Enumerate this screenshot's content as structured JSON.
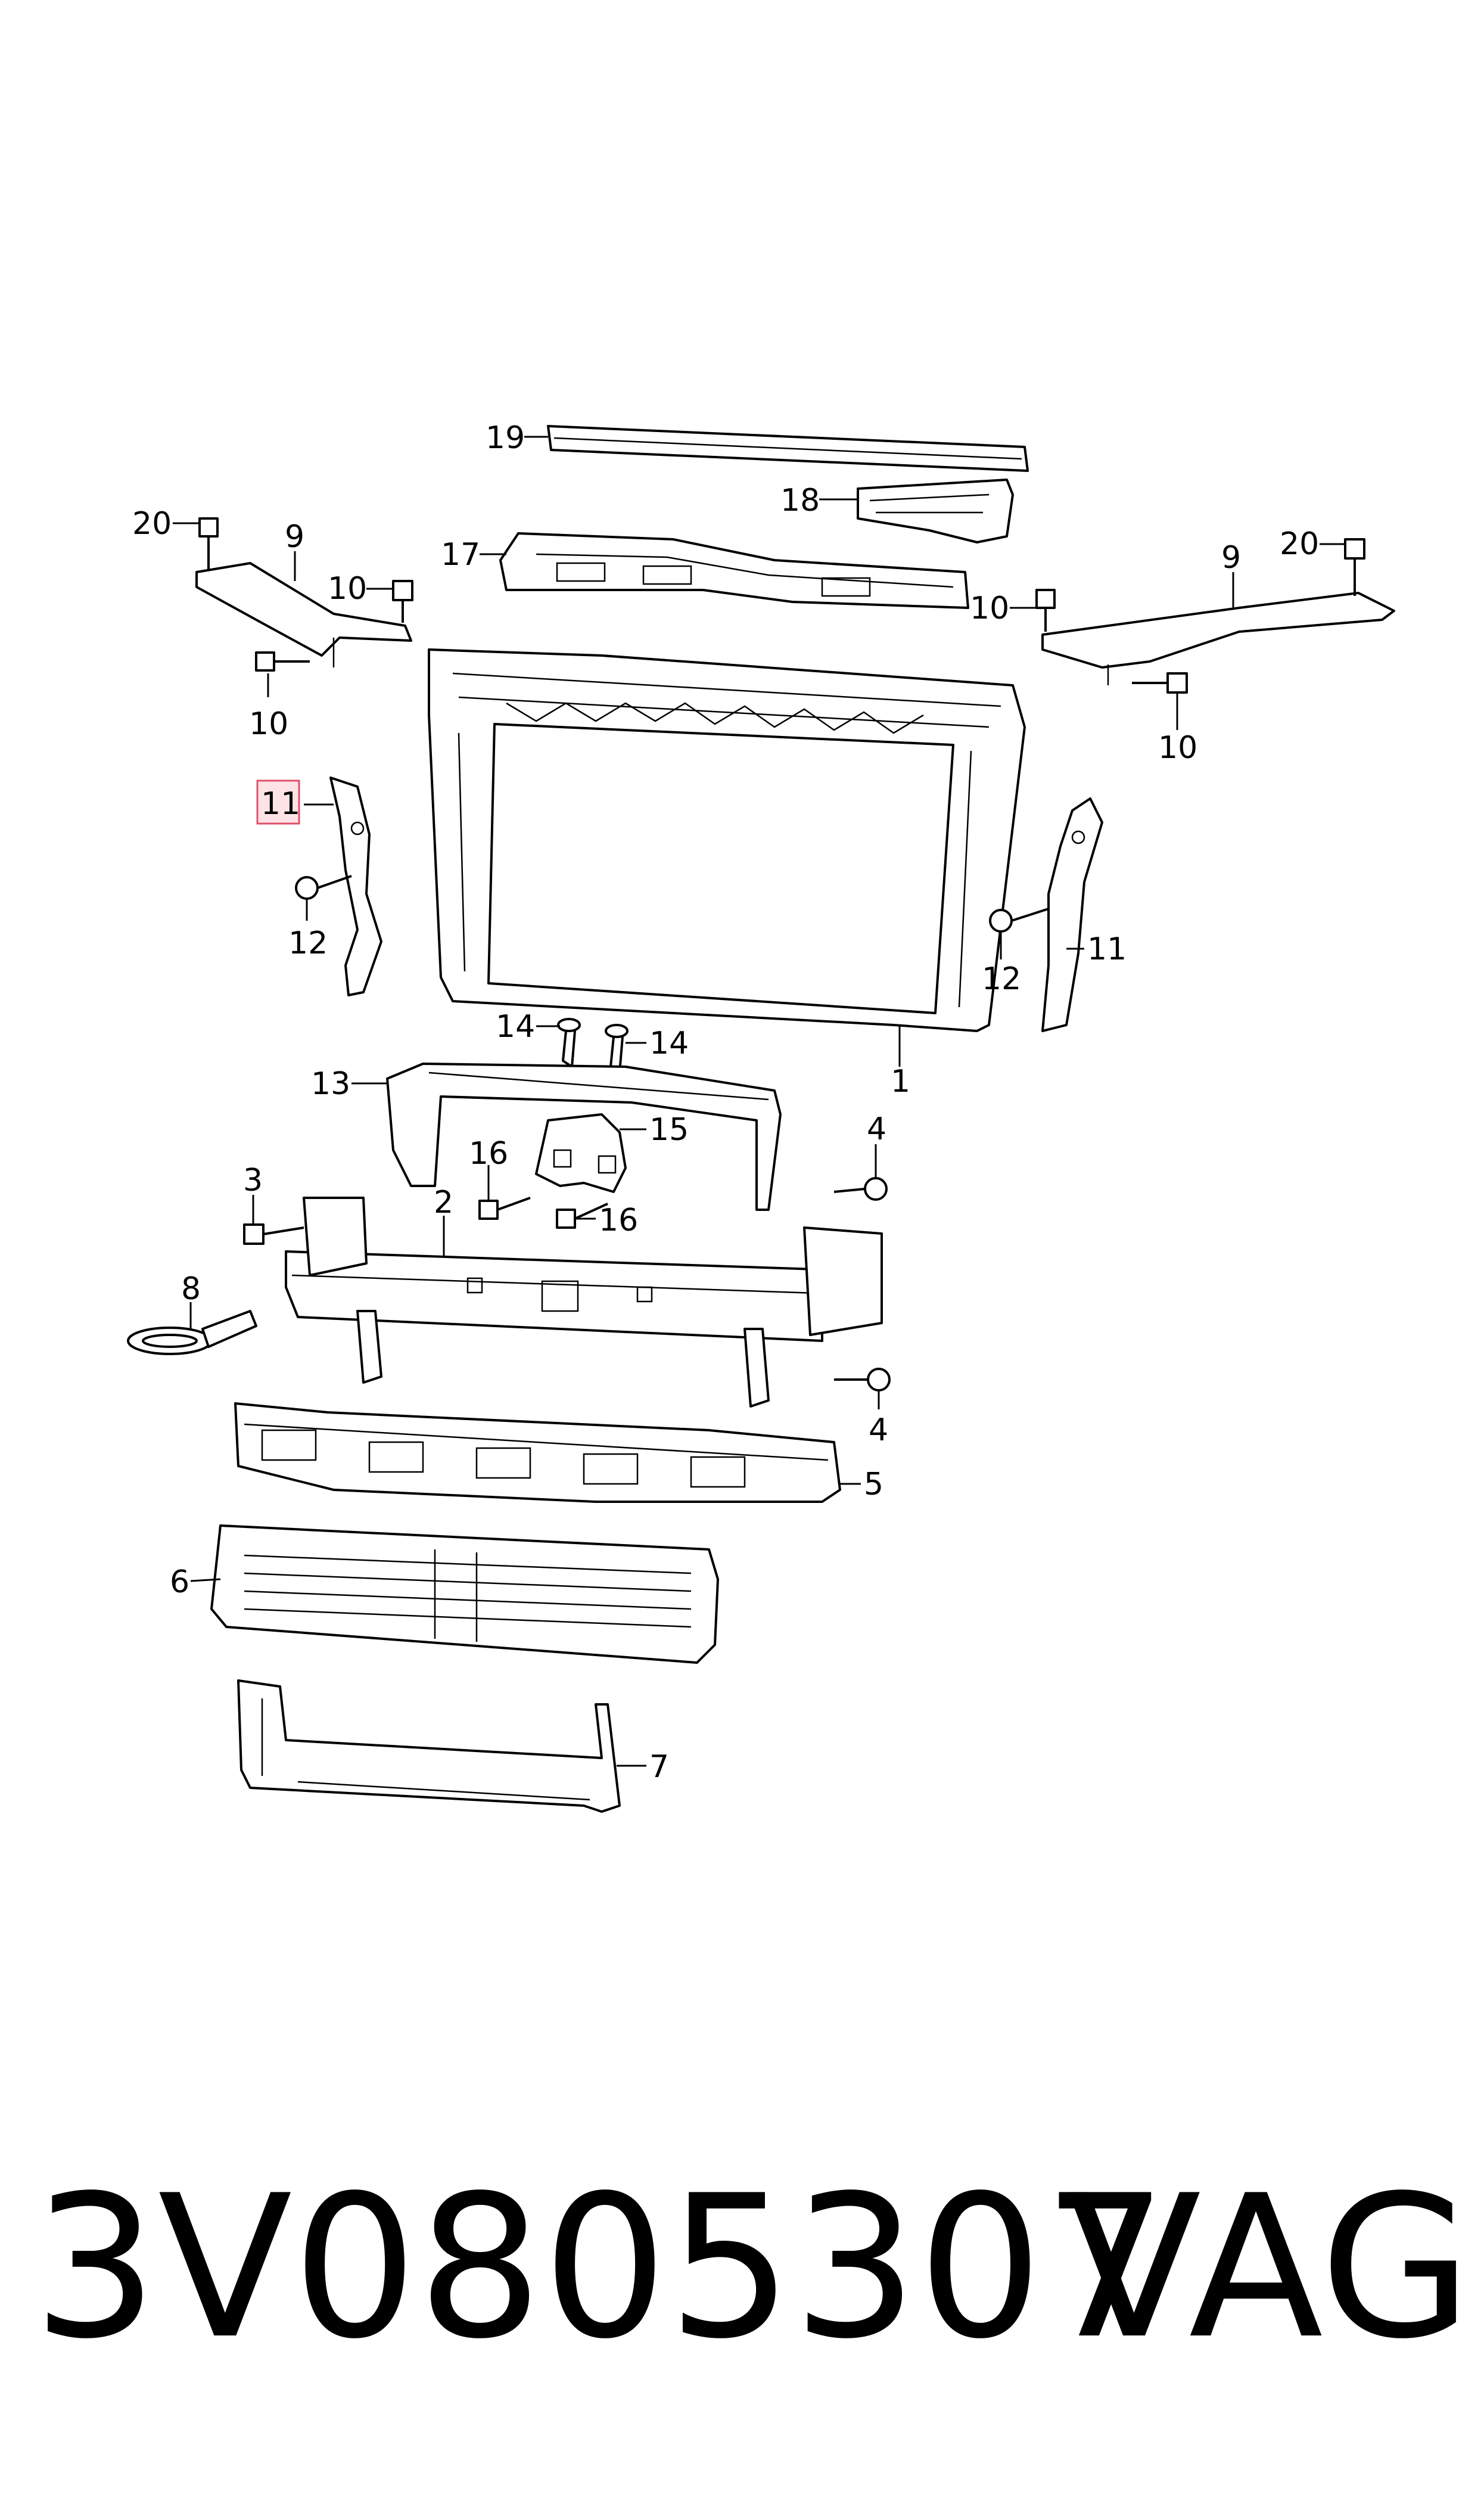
{
  "footer": {
    "part_number": "3V0805307",
    "brand": "VAG"
  },
  "highlighted_callout": "11",
  "callouts": [
    {
      "id": "c19",
      "label": "19"
    },
    {
      "id": "c18",
      "label": "18"
    },
    {
      "id": "c17",
      "label": "17"
    },
    {
      "id": "c20l",
      "label": "20"
    },
    {
      "id": "c9l",
      "label": "9"
    },
    {
      "id": "c10a",
      "label": "10"
    },
    {
      "id": "c10b",
      "label": "10"
    },
    {
      "id": "c20r",
      "label": "20"
    },
    {
      "id": "c9r",
      "label": "9"
    },
    {
      "id": "c10c",
      "label": "10"
    },
    {
      "id": "c10d",
      "label": "10"
    },
    {
      "id": "c11l",
      "label": "11"
    },
    {
      "id": "c12l",
      "label": "12"
    },
    {
      "id": "c12r",
      "label": "12"
    },
    {
      "id": "c11r",
      "label": "11"
    },
    {
      "id": "c14a",
      "label": "14"
    },
    {
      "id": "c14b",
      "label": "14"
    },
    {
      "id": "c1",
      "label": "1"
    },
    {
      "id": "c13",
      "label": "13"
    },
    {
      "id": "c15",
      "label": "15"
    },
    {
      "id": "c16a",
      "label": "16"
    },
    {
      "id": "c16b",
      "label": "16"
    },
    {
      "id": "c3",
      "label": "3"
    },
    {
      "id": "c2",
      "label": "2"
    },
    {
      "id": "c4a",
      "label": "4"
    },
    {
      "id": "c8",
      "label": "8"
    },
    {
      "id": "c4b",
      "label": "4"
    },
    {
      "id": "c5",
      "label": "5"
    },
    {
      "id": "c6",
      "label": "6"
    },
    {
      "id": "c7",
      "label": "7"
    }
  ]
}
